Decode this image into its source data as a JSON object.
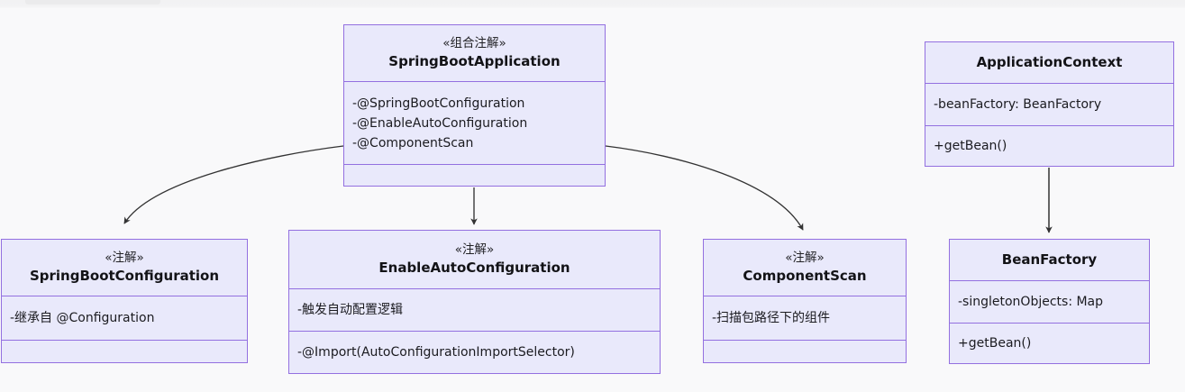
{
  "diagram": {
    "title": "SpringBootApplication annotation composition UML class diagram",
    "background_color": "#f9f9fa",
    "node_fill_color": "#e9e9fb",
    "node_border_color": "#9370e0",
    "edge_color": "#333333"
  },
  "nodes": [
    {
      "id": "spring-boot-application",
      "stereotype": "«组合注解»",
      "name": "SpringBootApplication",
      "attributes": [
        "-@SpringBootConfiguration",
        "-@EnableAutoConfiguration",
        "-@ComponentScan"
      ],
      "methods": []
    },
    {
      "id": "application-context",
      "stereotype": "",
      "name": "ApplicationContext",
      "attributes": [
        "-beanFactory: BeanFactory"
      ],
      "methods": [
        "+getBean()"
      ]
    },
    {
      "id": "spring-boot-configuration",
      "stereotype": "«注解»",
      "name": "SpringBootConfiguration",
      "attributes": [
        "-继承自 @Configuration"
      ],
      "methods": []
    },
    {
      "id": "enable-auto-configuration",
      "stereotype": "«注解»",
      "name": "EnableAutoConfiguration",
      "attributes": [
        "-触发自动配置逻辑"
      ],
      "methods": [
        "-@Import(AutoConfigurationImportSelector)"
      ]
    },
    {
      "id": "component-scan",
      "stereotype": "«注解»",
      "name": "ComponentScan",
      "attributes": [
        "-扫描包路径下的组件"
      ],
      "methods": []
    },
    {
      "id": "bean-factory",
      "stereotype": "",
      "name": "BeanFactory",
      "attributes": [
        "-singletonObjects: Map"
      ],
      "methods": [
        "+getBean()"
      ]
    }
  ],
  "edges": [
    {
      "from": "spring-boot-application",
      "to": "spring-boot-configuration",
      "style": "curved-arrow"
    },
    {
      "from": "spring-boot-application",
      "to": "enable-auto-configuration",
      "style": "straight-arrow"
    },
    {
      "from": "spring-boot-application",
      "to": "component-scan",
      "style": "curved-arrow"
    },
    {
      "from": "application-context",
      "to": "bean-factory",
      "style": "straight-arrow"
    }
  ]
}
